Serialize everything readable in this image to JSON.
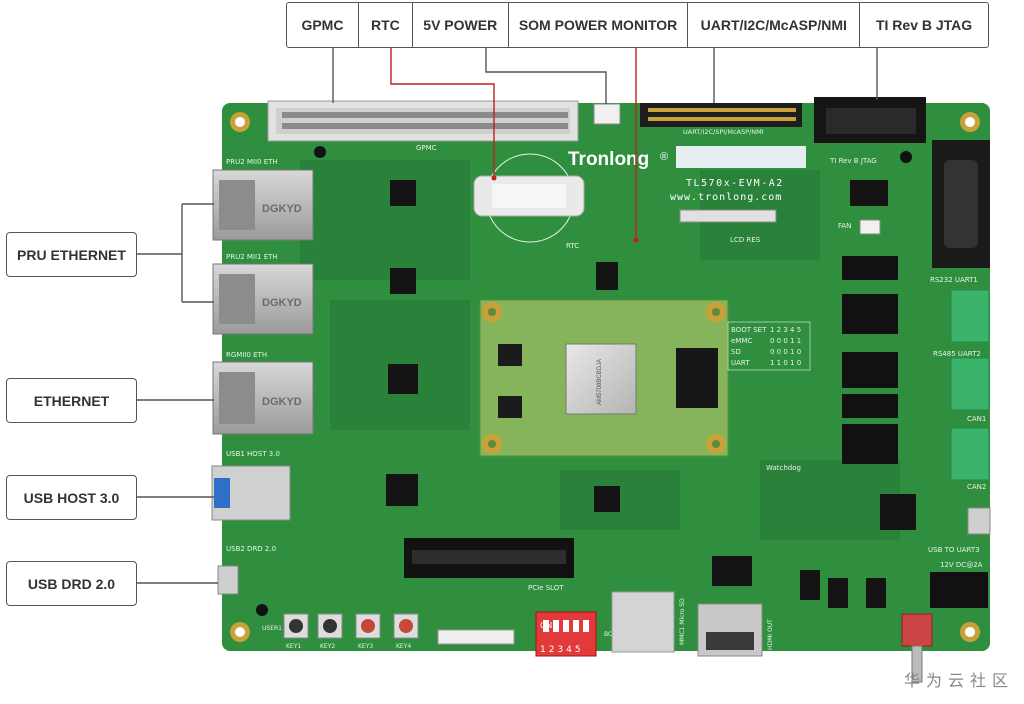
{
  "top_labels": [
    "GPMC",
    "RTC",
    "5V POWER",
    "SOM POWER MONITOR",
    "UART/I2C/McASP/NMI",
    "TI Rev B JTAG"
  ],
  "side_labels": [
    "PRU ETHERNET",
    "ETHERNET",
    "USB HOST 3.0",
    "USB DRD 2.0"
  ],
  "board": {
    "brand": "Tronlong",
    "registered": "®",
    "model": "TL570x-EVM-A2",
    "website": "www.tronlong.com",
    "som_marking": "AM5708BCBDJA",
    "silk": {
      "gpmc": "GPMC",
      "rtc": "RTC",
      "pru2_mii0": "PRU2 MII0 ETH",
      "pru2_mii1": "PRU2 MII1 ETH",
      "rgmii0": "RGMII0 ETH",
      "usb1_host": "USB1 HOST 3.0",
      "usb2_drd": "USB2 DRD 2.0",
      "uart_header": "UART/I2C/SPI/McASP/NMI",
      "jtag": "TI Rev B JTAG",
      "rs232": "RS232 UART1",
      "rs485": "RS485 UART2",
      "can1": "CAN1",
      "can2": "CAN2",
      "usb_to_uart": "USB TO UART3",
      "dc12v": "12V DC@2A",
      "pcie": "PCIe SLOT",
      "micro_sd": "MMC1 Micro SD",
      "hdmi": "HDMI OUT",
      "watchdog": "Watchdog",
      "lcd_res": "LCD RES",
      "fan": "FAN",
      "boot_set": "BOOT SET",
      "on": "ON",
      "dip_numbers": "12345",
      "dgkyd": "DGKYD",
      "keys": [
        "USER1",
        "KEY1",
        "KEY2",
        "KEY3",
        "KEY4"
      ]
    },
    "boot_table": [
      [
        "BOOT SET",
        "1 2 3 4 5"
      ],
      [
        "eMMC",
        "0 0 0 1 1"
      ],
      [
        "SD",
        "0 0 0 1 0"
      ],
      [
        "UART",
        "1 1 0 1 0"
      ]
    ]
  },
  "watermark": "华为云社区",
  "colors": {
    "pcb": "#2f8f3f",
    "pcb_dark": "#1f6f2c",
    "label_border": "#555555",
    "leader_red": "#c0201c",
    "leader_gray": "#555555",
    "terminal": "#3bb36a"
  }
}
